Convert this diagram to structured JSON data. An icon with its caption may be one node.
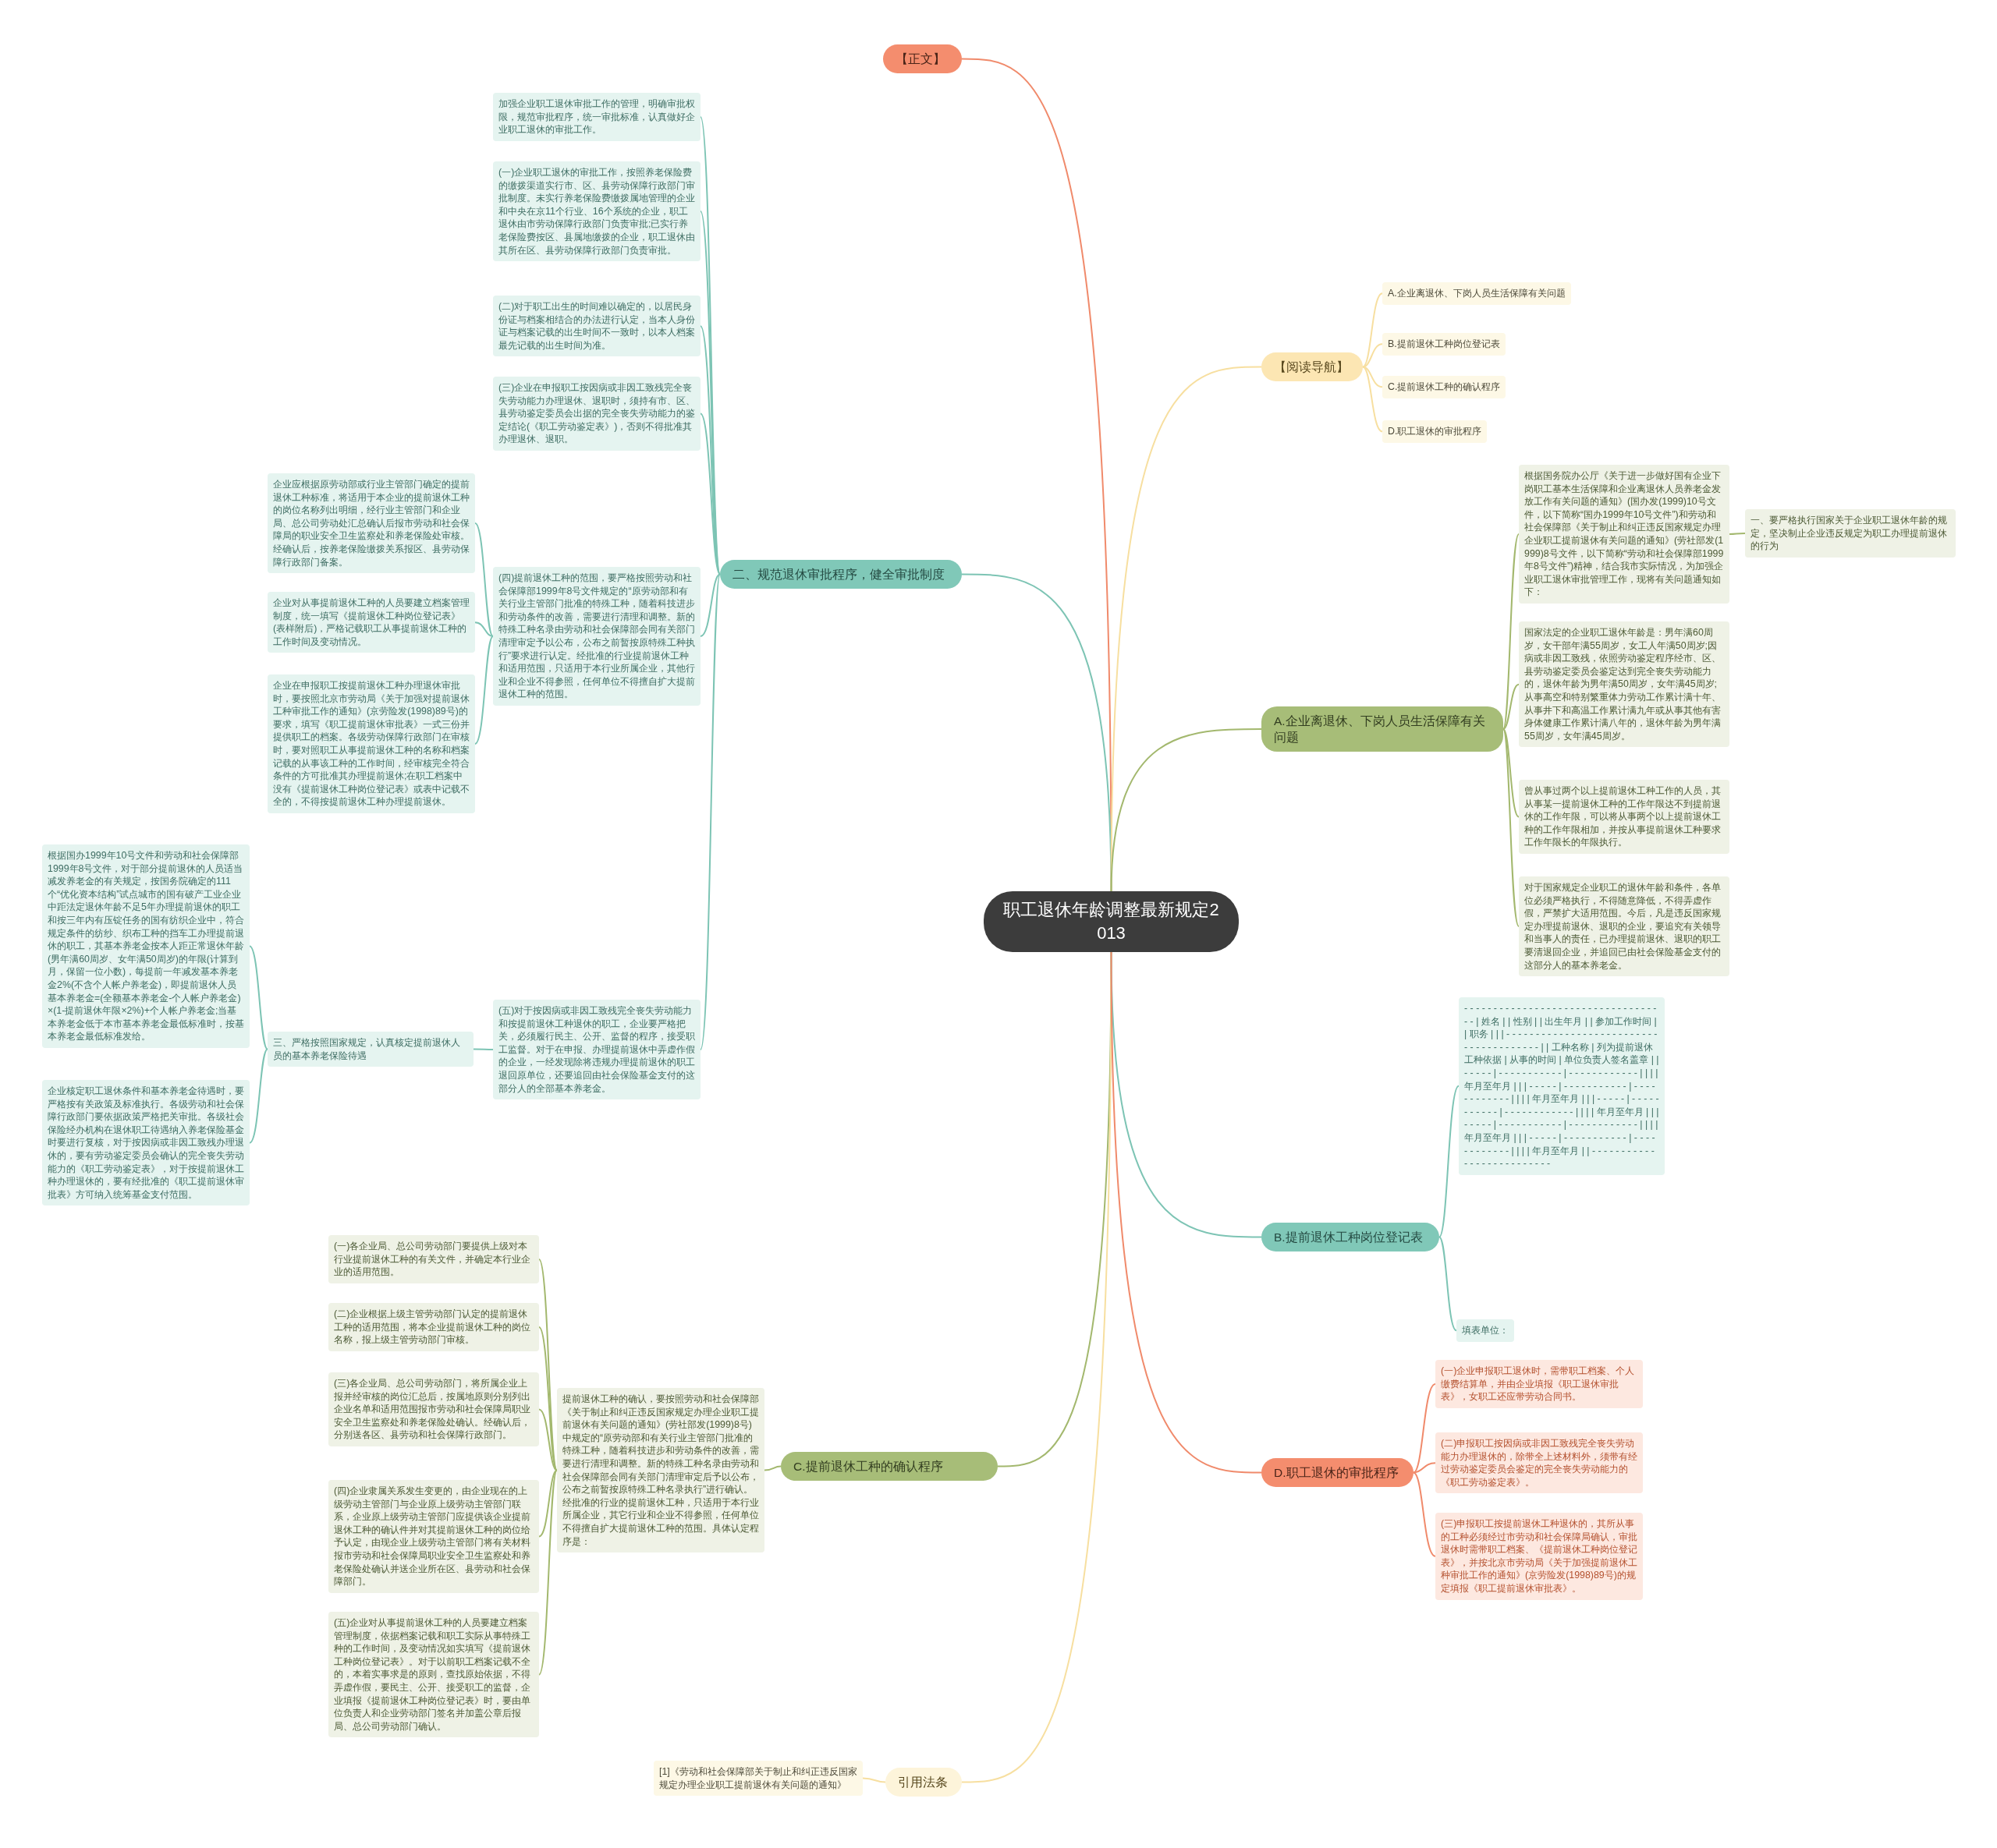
{
  "diagram": {
    "nodes": [
      {
        "text": [
          "职工退休年龄调整最新规定2013"
        ]
      },
      {
        "text": [
          "【正文】"
        ]
      },
      {
        "text": [
          "二、规范退休审批程序，健全审批制度"
        ]
      },
      {
        "text": [
          "加强企业职工退休审批工作的管理，明确审批权限，规范审批程序，统一审批标准，认真做好企业职工退休的审批工作。"
        ]
      },
      {
        "text": [
          "(一)企业职工退休的审批工作，按照养老保险费的缴拨渠道实行市、区、县劳动保障行政部门审批制度。未实行养老保险费缴拨属地管理的企业和中央在京11个行业、16个系统的企业，职工退休由市劳动保障行政部门负责审批;已实行养老保险费按区、县属地缴拨的企业，职工退休由其所在区、县劳动保障行政部门负责审批。"
        ]
      },
      {
        "text": [
          "(二)对于职工出生的时间难以确定的，以居民身份证与档案相结合的办法进行认定，当本人身份证与档案记载的出生时间不一致时，以本人档案最先记载的出生时间为准。"
        ]
      },
      {
        "text": [
          "(三)企业在申报职工按因病或非因工致残完全丧失劳动能力办理退休、退职时，须持有市、区、县劳动鉴定委员会出据的完全丧失劳动能力的鉴定结论(《职工劳动鉴定表》)，否则不得批准其办理退休、退职。"
        ]
      },
      {
        "text": [
          "(四)提前退休工种的范围，要严格按照劳动和社会保障部1999年8号文件规定的“原劳动部和有关行业主管部门批准的特殊工种，随着科技进步和劳动条件的改善，需要进行清理和调整。新的特殊工种名录由劳动和社会保障部会同有关部门清理审定予以公布，公布之前暂按原特殊工种执行”要求进行认定。经批准的行业提前退休工种和适用范围，只适用于本行业所属企业，其他行业和企业不得参照，任何单位不得擅自扩大提前退休工种的范围。"
        ]
      },
      {
        "text": [
          "企业应根据原劳动部或行业主管部门确定的提前退休工种标准，将适用于本企业的提前退休工种的岗位名称列出明细，经行业主管部门和企业局、总公司劳动处汇总确认后报市劳动和社会保障局的职业安全卫生监察处和养老保险处审核。经确认后，按养老保险缴拨关系报区、县劳动保障行政部门备案。"
        ]
      },
      {
        "text": [
          "企业对从事提前退休工种的人员要建立档案管理制度，统一填写《提前退休工种岗位登记表》(表样附后)，严格记载职工从事提前退休工种的工作时间及变动情况。"
        ]
      },
      {
        "text": [
          "企业在申报职工按提前退休工种办理退休审批时，要按照北京市劳动局《关于加强对提前退休工种审批工作的通知》(京劳险发(1998)89号)的要求，填写《职工提前退休审批表》一式三份并提供职工的档案。各级劳动保障行政部门在审核时，要对照职工从事提前退休工种的名称和档案记载的从事该工种的工作时间，经审核完全符合条件的方可批准其办理提前退休;在职工档案中没有《提前退休工种岗位登记表》或表中记载不全的，不得按提前退休工种办理提前退休。"
        ]
      },
      {
        "text": [
          "(五)对于按因病或非因工致残完全丧失劳动能力和按提前退休工种退休的职工，企业要严格把关，必须履行民主、公开、监督的程序，接受职工监督。对于在申报、办理提前退休中弄虚作假的企业，一经发现除将违规办理提前退休的职工退回原单位，还要追回由社会保险基金支付的这部分人的全部基本养老金。"
        ]
      },
      {
        "text": [
          "三、严格按照国家规定，认真核定提前退休人员的基本养老保险待遇"
        ]
      },
      {
        "text": [
          "根据国办1999年10号文件和劳动和社会保障部1999年8号文件，对于部分提前退休的人员适当减发养老金的有关规定，按国务院确定的111个“优化资本结构”试点城市的国有破产工业企业中距法定退休年龄不足5年办理提前退休的职工和按三年内有压锭任务的国有纺织企业中，符合规定条件的纺纱、织布工种的挡车工办理提前退休的职工，其基本养老金按本人距正常退休年龄(男年满60周岁、女年满50周岁)的年限(计算到月，保留一位小数)，每提前一年减发基本养老金2%(不含个人帐户养老金)，即提前退休人员基本养老金=(全额基本养老金-个人帐户养老金)×(1-提前退休年限×2%)+个人帐户养老金;当基本养老金低于本市基本养老金最低标准时，按基本养老金最低标准发给。"
        ]
      },
      {
        "text": [
          "企业核定职工退休条件和基本养老金待遇时，要严格按有关政策及标准执行。各级劳动和社会保障行政部门要依据政策严格把关审批。各级社会保险经办机构在退休职工待遇纳入养老保险基金时要进行复核，对于按因病或非因工致残办理退休的，要有劳动鉴定委员会确认的完全丧失劳动能力的《职工劳动鉴定表》，对于按提前退休工种办理退休的，要有经批准的《职工提前退休审批表》方可纳入统筹基金支付范围。"
        ]
      },
      {
        "text": [
          "C.提前退休工种的确认程序"
        ]
      },
      {
        "text": [
          "提前退休工种的确认，要按照劳动和社会保障部《关于制止和纠正违反国家规定办理企业职工提前退休有关问题的通知》(劳社部发(1999)8号)中规定的“原劳动部和有关行业主管部门批准的特殊工种，随着科技进步和劳动条件的改善，需要进行清理和调整。新的特殊工种名录由劳动和社会保障部会同有关部门清理审定后予以公布，公布之前暂按原特殊工种名录执行”进行确认。经批准的行业的提前退休工种，只适用于本行业所属企业，其它行业和企业不得参照，任何单位不得擅自扩大提前退休工种的范围。具体认定程序是："
        ]
      },
      {
        "text": [
          "(一)各企业局、总公司劳动部门要提供上级对本行业提前退休工种的有关文件，并确定本行业企业的适用范围。"
        ]
      },
      {
        "text": [
          "(二)企业根据上级主管劳动部门认定的提前退休工种的适用范围，将本企业提前退休工种的岗位名称，报上级主管劳动部门审核。"
        ]
      },
      {
        "text": [
          "(三)各企业局、总公司劳动部门，将所属企业上报并经审核的岗位汇总后，按属地原则分别列出企业名单和适用范围报市劳动和社会保障局职业安全卫生监察处和养老保险处确认。经确认后，分别送各区、县劳动和社会保障行政部门。"
        ]
      },
      {
        "text": [
          "(四)企业隶属关系发生变更的，由企业现在的上级劳动主管部门与企业原上级劳动主管部门联系，企业原上级劳动主管部门应提供该企业提前退休工种的确认件并对其提前退休工种的岗位给予认定，由现企业上级劳动主管部门将有关材料报市劳动和社会保障局职业安全卫生监察处和养老保险处确认并送企业所在区、县劳动和社会保障部门。"
        ]
      },
      {
        "text": [
          "(五)企业对从事提前退休工种的人员要建立档案管理制度，依据档案记载和职工实际从事特殊工种的工作时间，及变动情况如实填写《提前退休工种岗位登记表》。对于以前职工档案记载不全的，本着实事求是的原则，查找原始依据，不得弄虚作假，要民主、公开、接受职工的监督，企业填报《提前退休工种岗位登记表》时，要由单位负责人和企业劳动部门签名并加盖公章后报局、总公司劳动部门确认。"
        ]
      },
      {
        "text": [
          "引用法条"
        ]
      },
      {
        "text": [
          "[1]《劳动和社会保障部关于制止和纠正违反国家规定办理企业职工提前退休有关问题的通知》"
        ]
      },
      {
        "text": [
          "【阅读导航】"
        ]
      },
      {
        "text": [
          "A.企业离退休、下岗人员生活保障有关问题"
        ]
      },
      {
        "text": [
          "B.提前退休工种岗位登记表"
        ]
      },
      {
        "text": [
          "C.提前退休工种的确认程序"
        ]
      },
      {
        "text": [
          "D.职工退休的审批程序"
        ]
      },
      {
        "text": [
          "A.企业离退休、下岗人员生活保障有关问题"
        ]
      },
      {
        "text": [
          "根据国务院办公厅《关于进一步做好国有企业下岗职工基本生活保障和企业离退休人员养老金发放工作有关问题的通知》(国办发(1999)10号文件，以下简称“国办1999年10号文件”)和劳动和社会保障部《关于制止和纠正违反国家规定办理企业职工提前退休有关问题的通知》(劳社部发(1999)8号文件，以下简称“劳动和社会保障部1999年8号文件”)精神，结合我市实际情况，为加强企业职工退休审批管理工作，现将有关问题通知如下："
        ]
      },
      {
        "text": [
          "一、要严格执行国家关于企业职工退休年龄的规定，坚决制止企业违反规定为职工办理提前退休的行为"
        ]
      },
      {
        "text": [
          "国家法定的企业职工退休年龄是：男年满60周岁，女干部年满55周岁，女工人年满50周岁;因病或非因工致残，依照劳动鉴定程序经市、区、县劳动鉴定委员会鉴定达到完全丧失劳动能力的，退休年龄为男年满50周岁，女年满45周岁;从事高空和特别繁重体力劳动工作累计满十年、从事井下和高温工作累计满九年或从事其他有害身体健康工作累计满八年的，退休年龄为男年满55周岁，女年满45周岁。"
        ]
      },
      {
        "text": [
          "曾从事过两个以上提前退休工种工作的人员，其从事某一提前退休工种的工作年限达不到提前退休的工作年限，可以将从事两个以上提前退休工种的工作年限相加，并按从事提前退休工种要求工作年限长的年限执行。"
        ]
      },
      {
        "text": [
          "对于国家规定企业职工的退休年龄和条件，各单位必须严格执行，不得随意降低，不得弄虚作假，严禁扩大适用范围。今后，凡是违反国家规定办理提前退休、退职的企业，要追究有关领导和当事人的责任，已办理提前退休、退职的职工要清退回企业，并追回已由社会保险基金支付的这部分人的基本养老金。"
        ]
      },
      {
        "text": [
          "B.提前退休工种岗位登记表"
        ]
      },
      {
        "text": [
          "- - - - - - - - - - - - - - - - - - - - - - - - - - - - - - - - - - - | 姓名 | | 性别 | | 出生年月 | | 参加工作时间 | | 职务 | | | - - - - - - - - - - - - - - - - - - - - - - - - - - - - - - - - - - - - - - - | | 工种名称 | 列为提前退休工种依据 | 从事的时间 | 单位负责人签名盖章 | | - - - - - | - - - - - - - - - - - | - - - - - - - - - - - - | | | | 年月至年月 | | | - - - - - | - - - - - - - - - - - | - - - - - - - - - - - - | | | | 年月至年月 | | | - - - - - | - - - - - - - - - - - | - - - - - - - - - - - - | | | | 年月至年月 | | | - - - - - | - - - - - - - - - - - | - - - - - - - - - - - - | | | | 年月至年月 | | | - - - - - | - - - - - - - - - - - | - - - - - - - - - - - - | | | | 年月至年月 | | - - - - - - - - - - - - - - - - - - - - - - - - - -"
        ]
      },
      {
        "text": [
          "填表单位："
        ]
      },
      {
        "text": [
          "D.职工退休的审批程序"
        ]
      },
      {
        "text": [
          "(一)企业申报职工退休时，需带职工档案、个人缴费结算单，并由企业填报《职工退休审批表》，女职工还应带劳动合同书。"
        ]
      },
      {
        "text": [
          "(二)申报职工按因病或非因工致残完全丧失劳动能力办理退休的，除带全上述材料外，须带有经过劳动鉴定委员会鉴定的完全丧失劳动能力的《职工劳动鉴定表》。"
        ]
      },
      {
        "text": [
          "(三)申报职工按提前退休工种退休的，其所从事的工种必须经过市劳动和社会保障局确认，审批退休时需带职工档案、《提前退休工种岗位登记表》，并按北京市劳动局《关于加强提前退休工种审批工作的通知》(京劳险发(1998)89号)的规定填报《职工提前退休审批表》。"
        ]
      }
    ],
    "edges": [
      {
        "from": 0,
        "to": 1,
        "arrow": "none",
        "color": "#f08a6b"
      },
      {
        "from": 0,
        "to": 2,
        "arrow": "none"
      },
      {
        "from": 2,
        "to": 3,
        "arrow": "none"
      },
      {
        "from": 2,
        "to": 4,
        "arrow": "none"
      },
      {
        "from": 2,
        "to": 5,
        "arrow": "none"
      },
      {
        "from": 2,
        "to": 6,
        "arrow": "none"
      },
      {
        "from": 2,
        "to": 7,
        "arrow": "none"
      },
      {
        "from": 7,
        "to": 8,
        "arrow": "none"
      },
      {
        "from": 7,
        "to": 9,
        "arrow": "none"
      },
      {
        "from": 7,
        "to": 10,
        "arrow": "none"
      },
      {
        "from": 2,
        "to": 11,
        "arrow": "none"
      },
      {
        "from": 11,
        "to": 12,
        "arrow": "none"
      },
      {
        "from": 12,
        "to": 13,
        "arrow": "none"
      },
      {
        "from": 12,
        "to": 14,
        "arrow": "none"
      },
      {
        "from": 0,
        "to": 15,
        "arrow": "none",
        "color": "#a3b86e"
      },
      {
        "from": 15,
        "to": 16,
        "arrow": "none",
        "color": "#a3b86e"
      },
      {
        "from": 16,
        "to": 17,
        "arrow": "none",
        "color": "#a3b86e"
      },
      {
        "from": 16,
        "to": 18,
        "arrow": "none",
        "color": "#a3b86e"
      },
      {
        "from": 16,
        "to": 19,
        "arrow": "none",
        "color": "#a3b86e"
      },
      {
        "from": 16,
        "to": 20,
        "arrow": "none",
        "color": "#a3b86e"
      },
      {
        "from": 16,
        "to": 21,
        "arrow": "none",
        "color": "#a3b86e"
      },
      {
        "from": 0,
        "to": 22,
        "arrow": "none",
        "color": "#f7dfa0"
      },
      {
        "from": 22,
        "to": 23,
        "arrow": "none",
        "color": "#f7dfa0"
      },
      {
        "from": 0,
        "to": 24,
        "arrow": "none",
        "color": "#f7dfa0"
      },
      {
        "from": 24,
        "to": 25,
        "arrow": "none",
        "color": "#f7dfa0"
      },
      {
        "from": 24,
        "to": 26,
        "arrow": "none",
        "color": "#f7dfa0"
      },
      {
        "from": 24,
        "to": 27,
        "arrow": "none",
        "color": "#f7dfa0"
      },
      {
        "from": 24,
        "to": 28,
        "arrow": "none",
        "color": "#f7dfa0"
      },
      {
        "from": 0,
        "to": 29,
        "arrow": "none",
        "color": "#a3b86e"
      },
      {
        "from": 29,
        "to": 30,
        "arrow": "none",
        "color": "#a3b86e"
      },
      {
        "from": 30,
        "to": 31,
        "arrow": "none",
        "color": "#a3b86e"
      },
      {
        "from": 29,
        "to": 32,
        "arrow": "none",
        "color": "#a3b86e"
      },
      {
        "from": 29,
        "to": 33,
        "arrow": "none",
        "color": "#a3b86e"
      },
      {
        "from": 29,
        "to": 34,
        "arrow": "none",
        "color": "#a3b86e"
      },
      {
        "from": 0,
        "to": 35,
        "arrow": "none"
      },
      {
        "from": 35,
        "to": 36,
        "arrow": "none"
      },
      {
        "from": 35,
        "to": 37,
        "arrow": "none"
      },
      {
        "from": 0,
        "to": 38,
        "arrow": "none",
        "color": "#f08a6b"
      },
      {
        "from": 38,
        "to": 39,
        "arrow": "none",
        "color": "#f08a6b"
      },
      {
        "from": 38,
        "to": 40,
        "arrow": "none",
        "color": "#f08a6b"
      },
      {
        "from": 38,
        "to": 41,
        "arrow": "none",
        "color": "#f08a6b"
      }
    ]
  }
}
